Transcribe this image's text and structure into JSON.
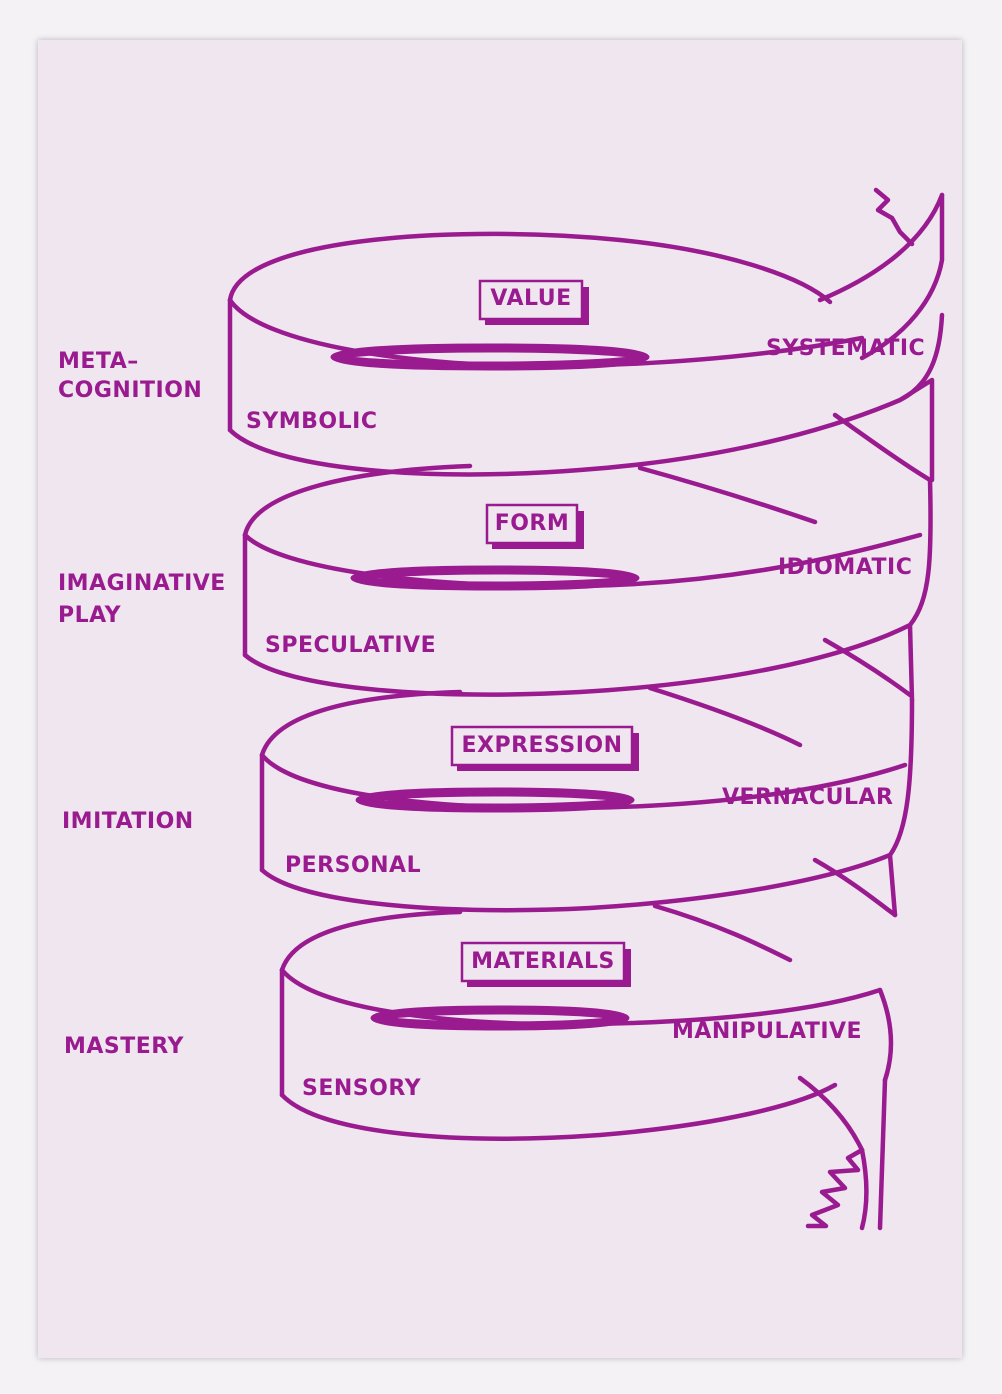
{
  "stages": [
    {
      "stage": "META–",
      "stage2": "COGNITION",
      "left": "SYMBOLIC",
      "right": "SYSTEMATIC",
      "box": "VALUE"
    },
    {
      "stage": "IMAGINATIVE",
      "stage2": "PLAY",
      "left": "SPECULATIVE",
      "right": "IDIOMATIC",
      "box": "FORM"
    },
    {
      "stage": "IMITATION",
      "left": "PERSONAL",
      "right": "VERNACULAR",
      "box": "EXPRESSION"
    },
    {
      "stage": "MASTERY",
      "left": "SENSORY",
      "right": "MANIPULATIVE",
      "box": "MATERIALS"
    }
  ],
  "colors": {
    "ink": "#9a1b8f",
    "paper": "#efe6f0",
    "background": "#f4f2f5"
  }
}
